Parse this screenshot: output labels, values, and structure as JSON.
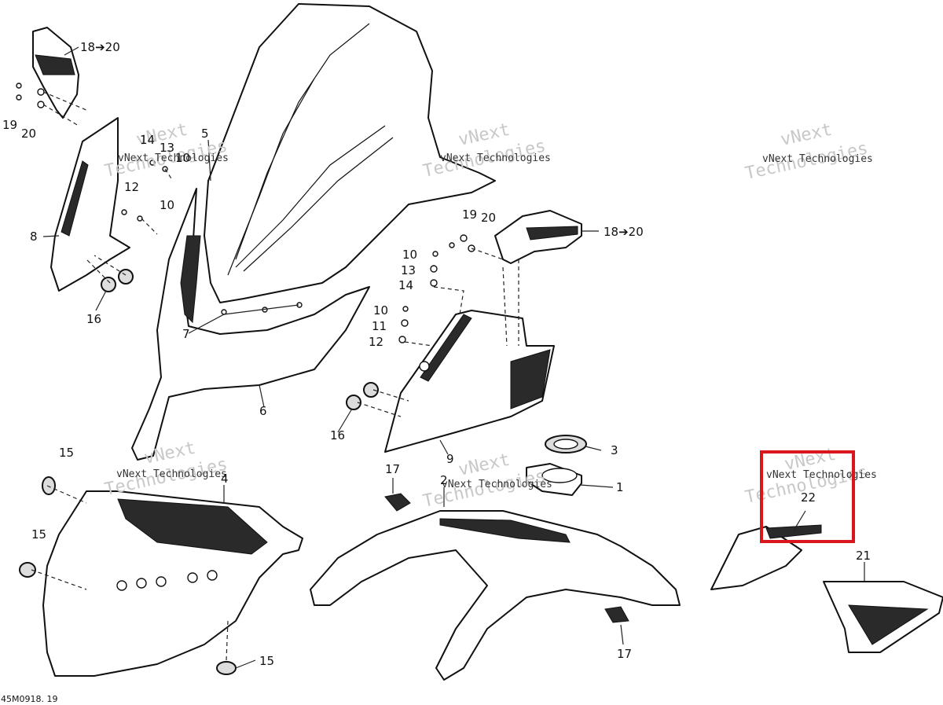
{
  "diagram_code": "45M0918. 19",
  "watermark": {
    "line1": "vNext Technologies",
    "big_top": "vNext",
    "big_bottom": "Technologies"
  },
  "callouts": {
    "c1": "1",
    "c2": "2",
    "c3": "3",
    "c4": "4",
    "c5": "5",
    "c6": "6",
    "c7": "7",
    "c8": "8",
    "c9": "9",
    "c10a": "10",
    "c10b": "10",
    "c10c": "10",
    "c10d": "10",
    "c11a": "11",
    "c12a": "12",
    "c12b": "12",
    "c13a": "13",
    "c13b": "13",
    "c14a": "14",
    "c14b": "14",
    "c15a": "15",
    "c15b": "15",
    "c15c": "15",
    "c16a": "16",
    "c16b": "16",
    "c17a": "17",
    "c17b": "17",
    "c18a": "18➔20",
    "c18b": "18➔20",
    "c19a": "19",
    "c19b": "19",
    "c20a": "20",
    "c20b": "20",
    "c21": "21",
    "c22": "22"
  },
  "highlight": {
    "target": "22",
    "color": "#d9161c"
  }
}
